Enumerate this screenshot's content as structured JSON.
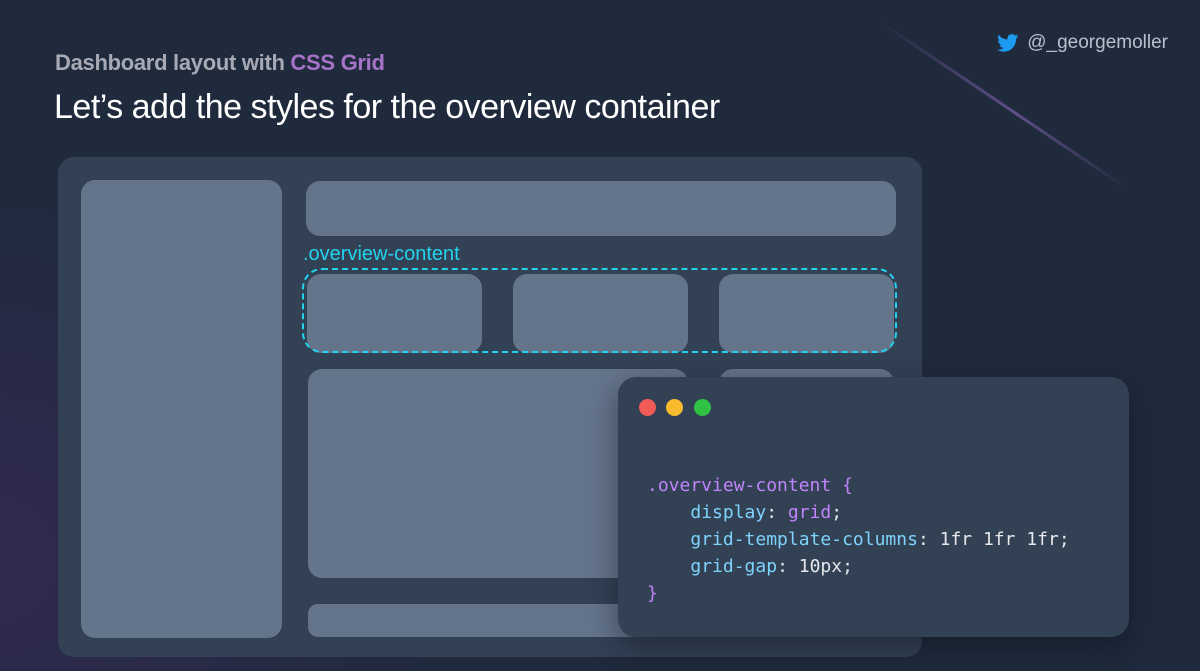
{
  "header": {
    "subtitle_prefix": "Dashboard layout with ",
    "subtitle_accent": "CSS Grid",
    "title": "Let’s add the styles for the overview container",
    "handle": "@_georgemoller",
    "handle_icon": "twitter-bird-icon"
  },
  "diagram": {
    "overview_label": ".overview-content"
  },
  "code_window": {
    "buttons": [
      "close",
      "minimize",
      "maximize"
    ],
    "selector": ".overview-content",
    "open_brace": "{",
    "close_brace": "}",
    "declarations": [
      {
        "property": "display",
        "value": "grid",
        "value_type": "keyword"
      },
      {
        "property": "grid-template-columns",
        "value": "1fr 1fr 1fr",
        "value_type": "number"
      },
      {
        "property": "grid-gap",
        "value": "10px",
        "value_type": "number"
      }
    ]
  },
  "colors": {
    "background": "#1f2a3c",
    "panel": "#334155",
    "placeholder": "#64748b",
    "accent_purple": "#a673c8",
    "accent_cyan": "#22d3ee",
    "close": "#f05a57",
    "minimize": "#f8bb2e",
    "maximize": "#2fc244",
    "twitter_blue": "#1d9bf0"
  }
}
